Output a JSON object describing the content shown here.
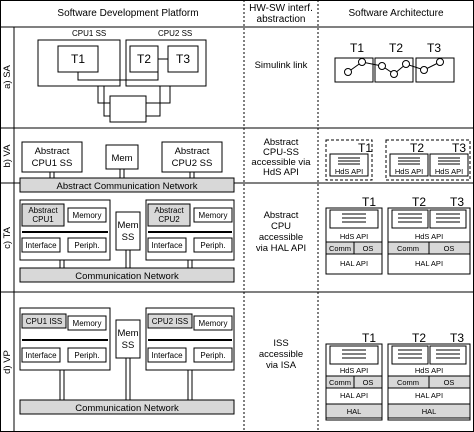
{
  "header": {
    "col1": "Software Development Platform",
    "col2_line1": "HW-SW interf.",
    "col2_line2": "abstraction",
    "col3": "Software Architecture"
  },
  "rows": {
    "sa": {
      "label": "a) SA",
      "cpu1_ss": "CPU1 SS",
      "cpu2_ss": "CPU2 SS",
      "t1": "T1",
      "t2": "T2",
      "t3": "T3",
      "interface": "Simulink link"
    },
    "va": {
      "label": "b) VA",
      "cpu1_l1": "Abstract",
      "cpu1_l2": "CPU1 SS",
      "mem": "Mem",
      "cpu2_l1": "Abstract",
      "cpu2_l2": "CPU2 SS",
      "network": "Abstract Communication Network",
      "iface_l1": "Abstract",
      "iface_l2": "CPU-SS",
      "iface_l3": "accessible via",
      "iface_l4": "HdS API",
      "t1": "T1",
      "t2": "T2",
      "t3": "T3",
      "hds_api": "HdS API"
    },
    "ta": {
      "label": "c) TA",
      "cpu1_l1": "Abstract",
      "cpu1_l2": "CPU1",
      "cpu2_l1": "Abstract",
      "cpu2_l2": "CPU2",
      "memory": "Memory",
      "interface": "Interface",
      "periph": "Periph.",
      "mem_l1": "Mem",
      "mem_l2": "SS",
      "network": "Communication Network",
      "iface_l1": "Abstract",
      "iface_l2": "CPU",
      "iface_l3": "accessible",
      "iface_l4": "via HAL API",
      "t1": "T1",
      "t2": "T2",
      "t3": "T3",
      "hds_api": "HdS API",
      "comm": "Comm",
      "os": "OS",
      "hal_api": "HAL API"
    },
    "vp": {
      "label": "d) VP",
      "cpu1_iss": "CPU1 ISS",
      "cpu2_iss": "CPU2 ISS",
      "memory": "Memory",
      "interface": "Interface",
      "periph": "Periph.",
      "mem_l1": "Mem",
      "mem_l2": "SS",
      "network": "Communication Network",
      "iface_l1": "ISS",
      "iface_l2": "accessible",
      "iface_l3": "via ISA",
      "t1": "T1",
      "t2": "T2",
      "t3": "T3",
      "hds_api": "HdS API",
      "comm": "Comm",
      "os": "OS",
      "hal_api": "HAL API",
      "hal": "HAL"
    }
  }
}
